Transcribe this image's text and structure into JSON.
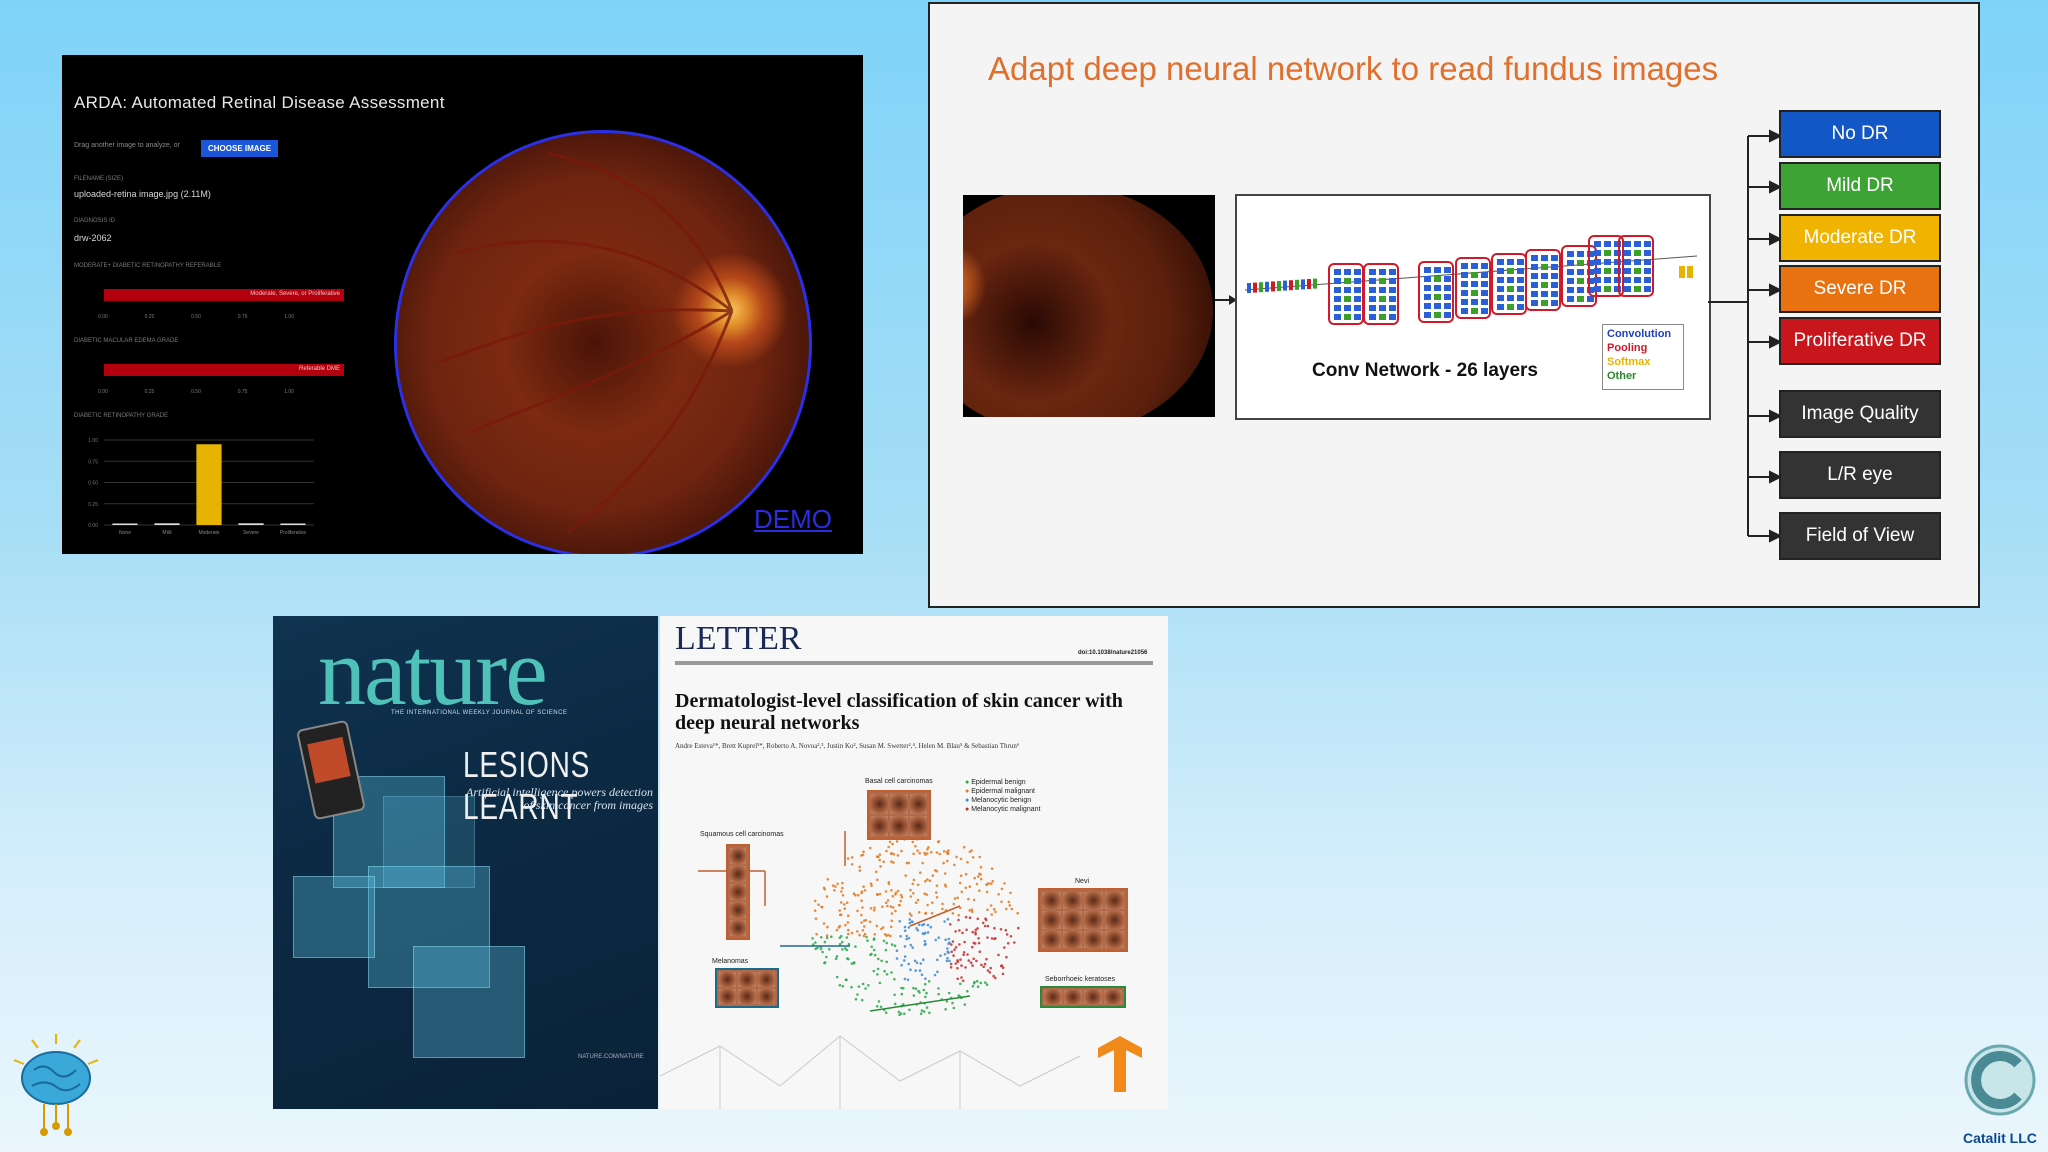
{
  "arda": {
    "title": "ARDA: Automated Retinal Disease Assessment",
    "drag_text": "Drag another image to analyze, or",
    "choose_button": "CHOOSE IMAGE",
    "filename_label": "FILENAME (SIZE)",
    "filename_value": "uploaded-retina image.jpg (2.11M)",
    "diagnosis_label": "DIAGNOSIS ID",
    "diagnosis_value": "drw-2062",
    "referable_label": "MODERATE+ DIABETIC RETINOPATHY REFERABLE",
    "referable_bar_label": "Moderate, Severe, or Proliferative",
    "edema_label": "DIABETIC MACULAR EDEMA GRADE",
    "edema_bar_label": "Referable DME",
    "grade_label": "DIABETIC RETINOPATHY GRADE",
    "ticks": [
      "0.00",
      "0.25",
      "0.50",
      "0.75",
      "1.00"
    ],
    "demo_link": "DEMO",
    "chart_data": {
      "type": "bar",
      "categories": [
        "None",
        "Mild",
        "Moderate",
        "Severe",
        "Proliferative"
      ],
      "values": [
        0.01,
        0.02,
        0.95,
        0.02,
        0.01
      ],
      "ylim": [
        0,
        1
      ],
      "yticks": [
        "1.00",
        "0.75",
        "0.50",
        "0.25",
        "0.00"
      ],
      "bar_color": "#e6b400"
    }
  },
  "slide": {
    "title": "Adapt deep neural network to read fundus images",
    "network_label": "Conv Network  - 26 layers",
    "legend": [
      "Convolution",
      "Pooling",
      "Softmax",
      "Other"
    ],
    "legend_colors": [
      "#1f3fbf",
      "#d01a2a",
      "#e6b400",
      "#2a8a2a"
    ],
    "outputs": [
      {
        "label": "No DR",
        "color": "#1357c7"
      },
      {
        "label": "Mild DR",
        "color": "#3ea335"
      },
      {
        "label": "Moderate DR",
        "color": "#f0b400"
      },
      {
        "label": "Severe DR",
        "color": "#e8720f"
      },
      {
        "label": "Proliferative DR",
        "color": "#c8161c"
      },
      {
        "label": "Image Quality",
        "color": "#333333"
      },
      {
        "label": "L/R eye",
        "color": "#333333"
      },
      {
        "label": "Field of View",
        "color": "#333333"
      }
    ]
  },
  "nature": {
    "masthead": "nature",
    "tagline": "THE INTERNATIONAL WEEKLY JOURNAL OF SCIENCE",
    "headline": "LESIONS LEARNT",
    "subhead": "Artificial intelligence powers detection of skin cancer from images",
    "footer": "NATURE.COM/NATURE"
  },
  "letter": {
    "heading": "LETTER",
    "doi": "doi:10.1038/nature21056",
    "title": "Dermatologist-level classification of skin cancer with deep neural networks",
    "authors": "Andre Esteva¹*, Brett Kuprel¹*, Roberto A. Novoa²,³, Justin Ko², Susan M. Swetter²,⁴, Helen M. Blau⁵ & Sebastian Thrun⁶",
    "clusters": [
      "Basal cell carcinomas",
      "Squamous cell carcinomas",
      "Melanomas",
      "Nevi",
      "Seborrhoeic keratoses"
    ],
    "legend": [
      "Epidermal benign",
      "Epidermal malignant",
      "Melanocytic benign",
      "Melanocytic malignant"
    ],
    "legend_colors": [
      "#2aa84a",
      "#e07a20",
      "#3a8ad0",
      "#c03030"
    ]
  },
  "brand": {
    "name": "Catalit LLC"
  }
}
